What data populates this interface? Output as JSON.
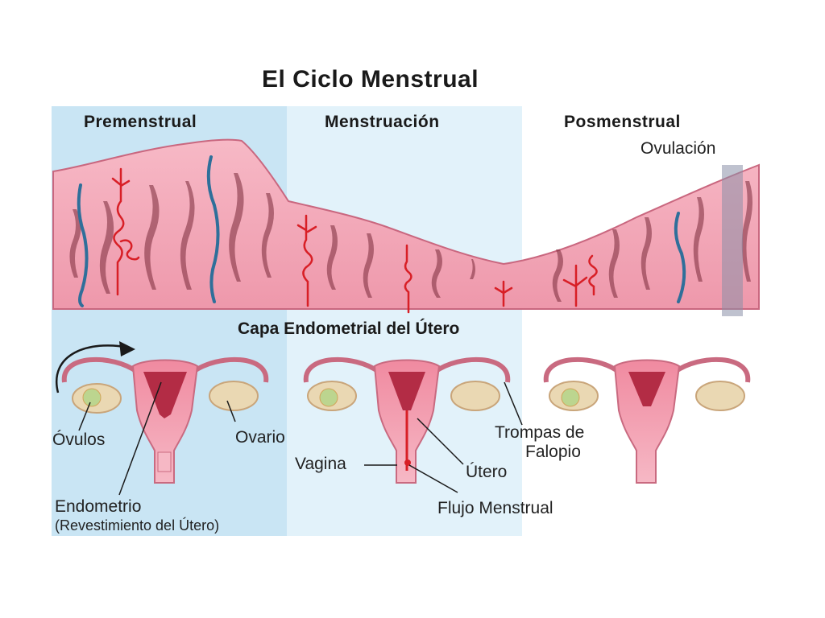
{
  "title": "El Ciclo Menstrual",
  "phases": [
    "Premenstrual",
    "Menstruación",
    "Posmenstrual"
  ],
  "ovulation_label": "Ovulación",
  "section_title": "Capa Endometrial del Útero",
  "labels": {
    "ovules": "Óvulos",
    "ovary": "Ovario",
    "endometrium": "Endometrio",
    "endometrium_note": "(Revestimiento del Útero)",
    "vagina": "Vagina",
    "uterus": "Útero",
    "menstrual_flow": "Flujo Menstrual",
    "fallopian_1": "Trompas de",
    "fallopian_2": "Falopio"
  },
  "colors": {
    "tissue": "#f2a3b3",
    "tissue_dark": "#d2607a",
    "vessel_red": "#d81f26",
    "vein_blue": "#2f6f9a",
    "panel_blue": "#cfe7f5",
    "panel_light": "#e4f3fa"
  }
}
